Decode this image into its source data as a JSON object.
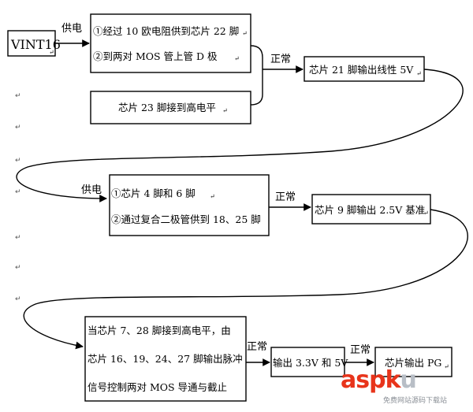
{
  "nodes": {
    "vint16": "VINT16",
    "box1_line1": "①经过 10 欧电阻供到芯片 22 脚",
    "box1_line2": "②到两对 MOS 管上管 D 极",
    "box_pin23": "芯片 23 脚接到高电平",
    "box_pin21": "芯片 21 脚输出线性 5V",
    "box2_line1": "①芯片 4 脚和 6 脚",
    "box2_line2": "②通过复合二极管供到 18、25 脚",
    "box_pin9": "芯片 9 脚输出 2.5V 基准",
    "box3_line1": "当芯片 7、28 脚接到高电平，由",
    "box3_line2": "芯片 16、19、24、27 脚输出脉冲",
    "box3_line3": "信号控制两对 MOS 导通与截止",
    "box_out33": "输出 3.3V 和 5V",
    "box_pg": "芯片输出 PG"
  },
  "labels": {
    "power1": "供电",
    "normal1": "正常",
    "power2": "供电",
    "normal2": "正常",
    "normal3": "正常",
    "normal4": "正常"
  },
  "para_mark": "↵",
  "watermark": {
    "brand_a": "asp",
    "brand_b": "k",
    "brand_c": "u",
    "sub": "免费网站源码下载站"
  }
}
